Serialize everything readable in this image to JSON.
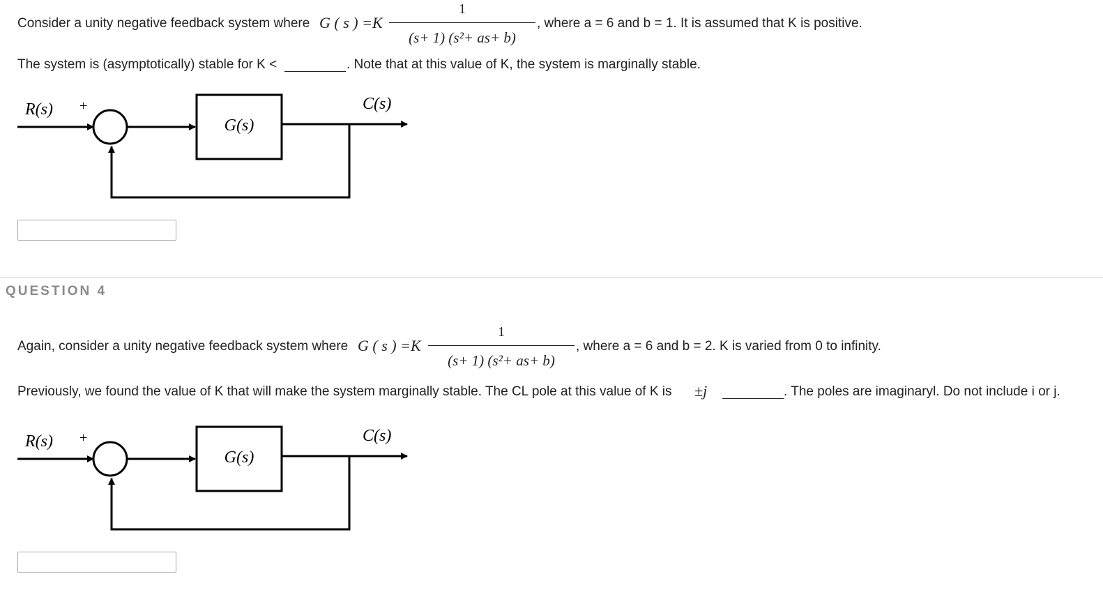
{
  "q3": {
    "intro": "Consider a unity negative feedback system where",
    "gs_label": "G ( s ) =K",
    "fraction_numerator": "1",
    "fraction_denominator": "(s+ 1) (s²+ as+ b)",
    "params_text": ", where a = 6 and b = 1.  It is assumed that K is positive.",
    "stable_text": "The system is (asymptotically) stable for K <",
    "after_blank_text": ".  Note that at this value of K, the system is marginally stable.",
    "answer_value": ""
  },
  "q4": {
    "heading": "QUESTION 4",
    "intro": "Again, consider a unity negative feedback system where",
    "gs_label": "G ( s ) =K",
    "fraction_numerator": "1",
    "fraction_denominator": "(s+ 1) (s²+ as+ b)",
    "params_text": ", where a = 6 and b = 2. K is varied from 0 to infinity.",
    "pole_text": "Previously,  we found the value of K that will make the system marginally stable.  The CL pole at this value of K is",
    "pm_j": "±j",
    "after_blank_text": ".   The poles are imaginaryl.  Do not include i or j.",
    "answer_value": ""
  },
  "diagram": {
    "input_label": "R(s)",
    "output_label": "C(s)",
    "plant_label": "G(s)",
    "plus_top": "+",
    "minus_side": "-"
  }
}
